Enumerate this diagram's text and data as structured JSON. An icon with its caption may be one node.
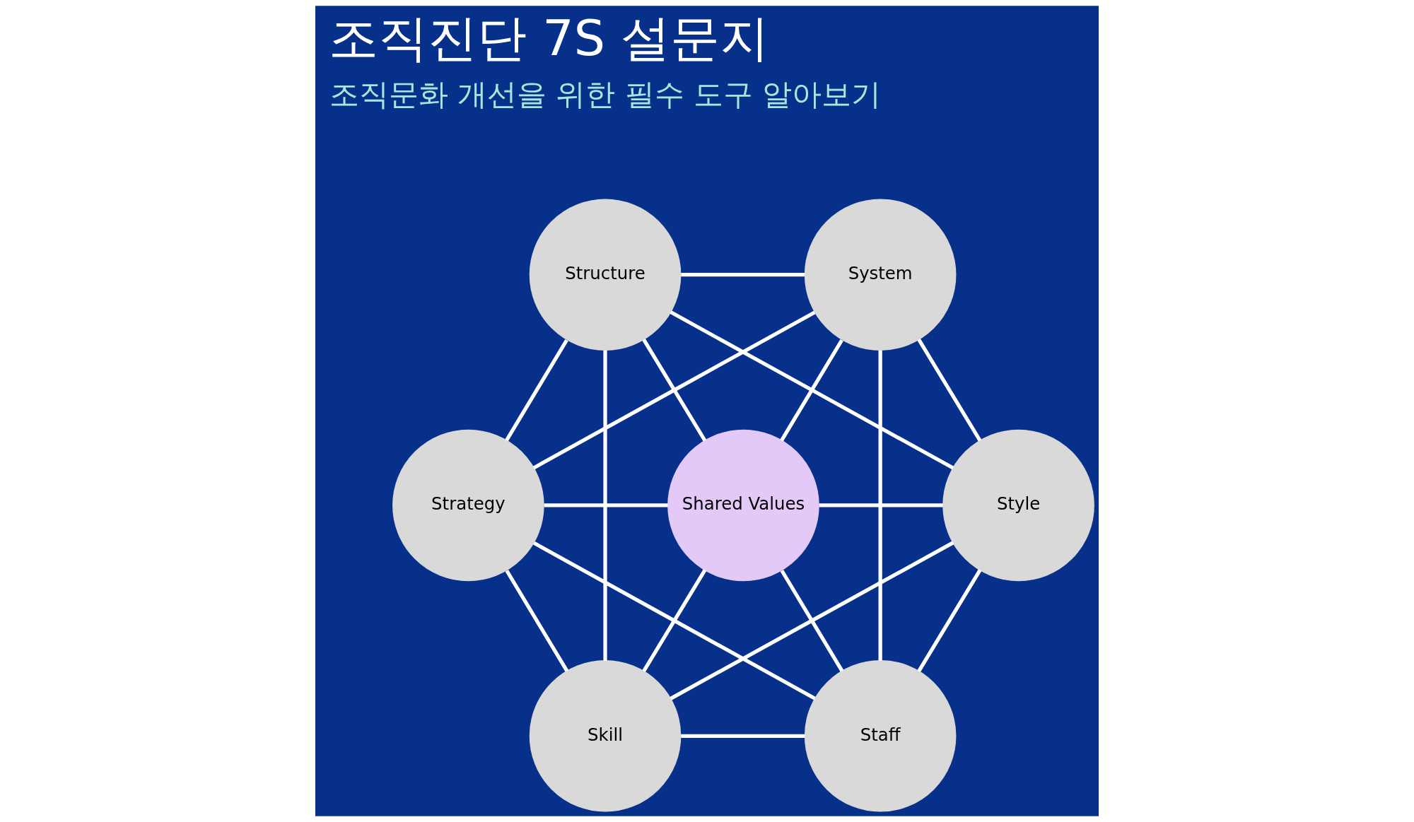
{
  "diagram": {
    "title": "조직진단 7S 설문지",
    "nodes": [
      {
        "text": [
          "Structure"
        ]
      },
      {
        "text": [
          "System"
        ]
      },
      {
        "text": [
          "Strategy"
        ]
      },
      {
        "text": [
          "Shared Values"
        ]
      },
      {
        "text": [
          "Style"
        ]
      },
      {
        "text": [
          "Skill"
        ]
      },
      {
        "text": [
          "Staff"
        ]
      }
    ],
    "edges": [
      {
        "from": 0,
        "to": 1,
        "arrow": "none"
      },
      {
        "from": 0,
        "to": 2,
        "arrow": "none"
      },
      {
        "from": 0,
        "to": 3,
        "arrow": "none"
      },
      {
        "from": 0,
        "to": 4,
        "arrow": "none"
      },
      {
        "from": 0,
        "to": 5,
        "arrow": "none"
      },
      {
        "from": 1,
        "to": 2,
        "arrow": "none"
      },
      {
        "from": 1,
        "to": 3,
        "arrow": "none"
      },
      {
        "from": 1,
        "to": 4,
        "arrow": "none"
      },
      {
        "from": 1,
        "to": 6,
        "arrow": "none"
      },
      {
        "from": 2,
        "to": 3,
        "arrow": "none"
      },
      {
        "from": 2,
        "to": 5,
        "arrow": "none"
      },
      {
        "from": 2,
        "to": 6,
        "arrow": "none"
      },
      {
        "from": 3,
        "to": 4,
        "arrow": "none"
      },
      {
        "from": 3,
        "to": 5,
        "arrow": "none"
      },
      {
        "from": 3,
        "to": 6,
        "arrow": "none"
      },
      {
        "from": 4,
        "to": 5,
        "arrow": "none"
      },
      {
        "from": 4,
        "to": 6,
        "arrow": "none"
      },
      {
        "from": 5,
        "to": 6,
        "arrow": "none"
      }
    ],
    "labels": [
      "조직문화 개선을 위한 필수 도구 알아보기"
    ]
  }
}
